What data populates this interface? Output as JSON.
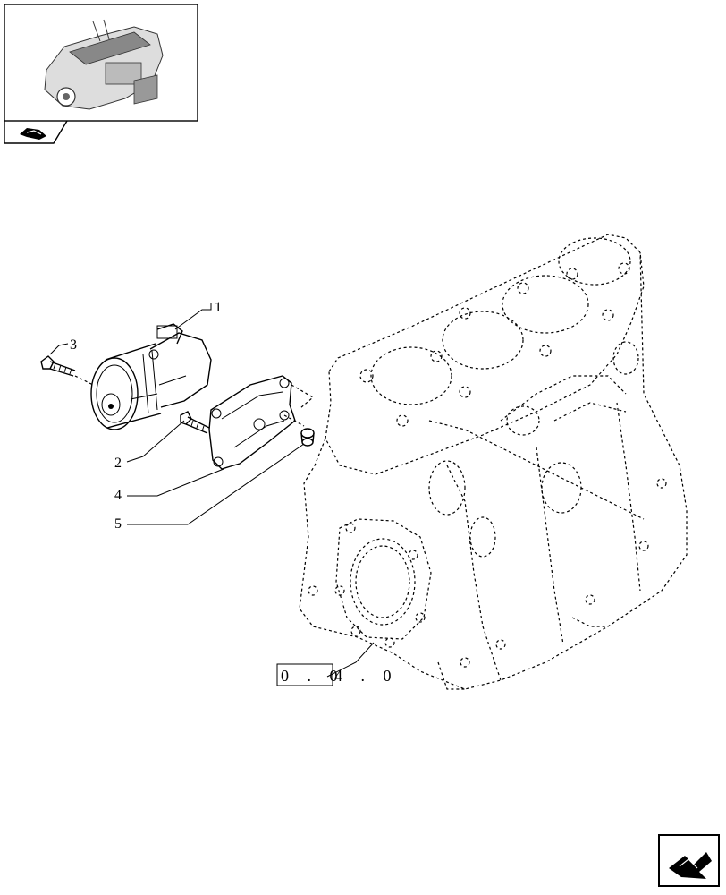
{
  "thumbnail": {
    "icon": "engine-thumbnail-icon",
    "tab_icon": "book-arrow-icon"
  },
  "callouts": [
    {
      "id": "1",
      "label": "1"
    },
    {
      "id": "2",
      "label": "2"
    },
    {
      "id": "3",
      "label": "3"
    },
    {
      "id": "4",
      "label": "4"
    },
    {
      "id": "5",
      "label": "5"
    }
  ],
  "reference": {
    "boxed": "0 . 0",
    "rest": "4 . 0"
  },
  "nav": {
    "icon": "next-page-arrow-icon"
  }
}
